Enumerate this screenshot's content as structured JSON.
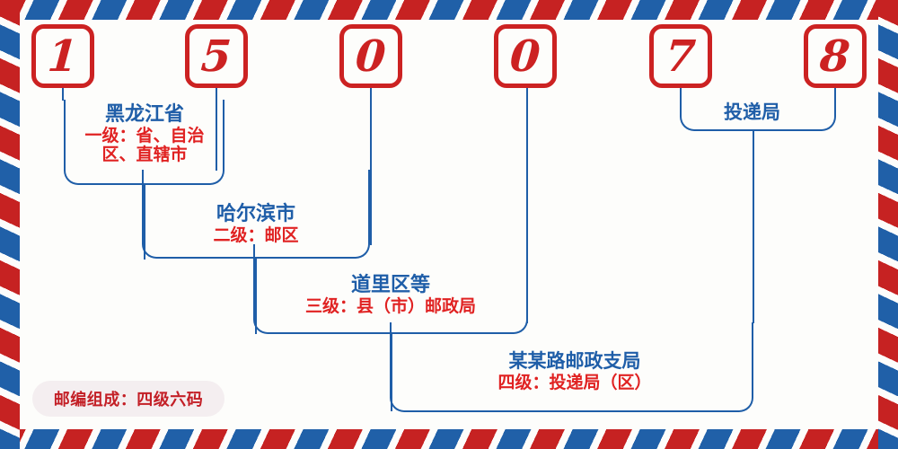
{
  "postcode": {
    "digits": [
      {
        "value": "1",
        "name": "postcode-digit-1"
      },
      {
        "value": "5",
        "name": "postcode-digit-2"
      },
      {
        "value": "0",
        "name": "postcode-digit-3"
      },
      {
        "value": "0",
        "name": "postcode-digit-4"
      },
      {
        "value": "7",
        "name": "postcode-digit-5"
      },
      {
        "value": "8",
        "name": "postcode-digit-6"
      }
    ],
    "full": "150078"
  },
  "levels": [
    {
      "title": "黑龙江省",
      "subtitle": "一级：省、自治区、直辖市",
      "level_label": "一级",
      "scope": "省、自治区、直辖市"
    },
    {
      "title": "哈尔滨市",
      "subtitle": "二级：邮区",
      "level_label": "二级",
      "scope": "邮区"
    },
    {
      "title": "道里区等",
      "subtitle": "三级：县（市）邮政局",
      "level_label": "三级",
      "scope": "县（市）邮政局"
    },
    {
      "title": "某某路邮政支局",
      "subtitle": "四级：投递局（区）",
      "level_label": "四级",
      "scope": "投递局（区）"
    }
  ],
  "delivery_office": {
    "label": "投递局"
  },
  "badge": {
    "text": "邮编组成：四级六码"
  },
  "colors": {
    "red": "#cc2222",
    "sub_red": "#e02222",
    "blue": "#1f5ea8",
    "stripe_red": "#c62222",
    "stripe_blue": "#2060a8",
    "background": "#fdfdfb",
    "badge_bg": "#f4eef0",
    "badge_text": "#c31f26"
  }
}
